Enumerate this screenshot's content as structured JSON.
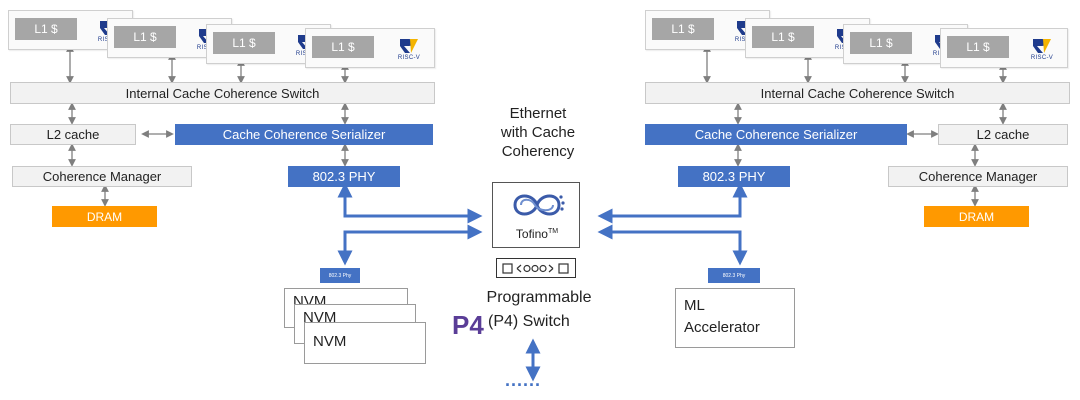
{
  "left": {
    "l1_label": "L1 $",
    "switch_label": "Internal Cache Coherence Switch",
    "l2_label": "L2 cache",
    "serializer_label": "Cache Coherence Serializer",
    "manager_label": "Coherence Manager",
    "dram_label": "DRAM",
    "phy_label": "802.3 PHY"
  },
  "right": {
    "l1_label": "L1 $",
    "switch_label": "Internal Cache Coherence Switch",
    "l2_label": "L2 cache",
    "serializer_label": "Cache Coherence Serializer",
    "manager_label": "Coherence Manager",
    "dram_label": "DRAM",
    "phy_label": "802.3 PHY"
  },
  "riscv_logo_text": "RISC-V",
  "center": {
    "title_line1": "Ethernet",
    "title_line2": "with Cache",
    "title_line3": "Coherency",
    "tofino_label": "Tofino",
    "tofino_tm": "TM",
    "switch_line1": "Programmable",
    "switch_line2": "(P4) Switch",
    "p4_logo_text": "P4",
    "dots": "......"
  },
  "nvm": {
    "phy_small": "802.3 Phy",
    "labels": [
      "NVM",
      "NVM",
      "NVM"
    ]
  },
  "ml": {
    "phy_small": "802.3 Phy",
    "line1": "ML",
    "line2": "Accelerator"
  },
  "colors": {
    "blue": "#4472c4",
    "orange": "#ff9900",
    "gray": "#a6a6a6",
    "arrow_gray": "#7f7f7f"
  }
}
